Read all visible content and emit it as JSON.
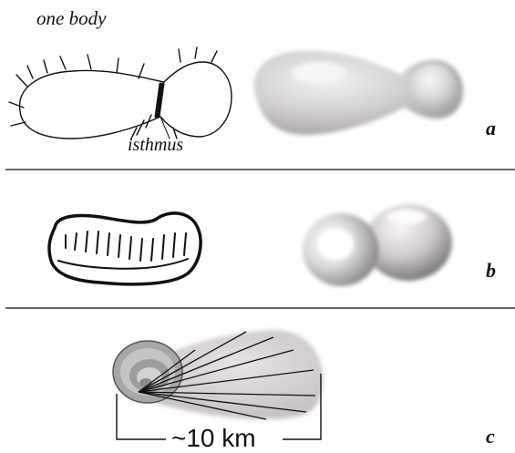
{
  "panels": [
    {
      "id": "a",
      "label": "a",
      "sketch_caption": "one body",
      "sketch_annotation": "isthmus"
    },
    {
      "id": "b",
      "label": "b"
    },
    {
      "id": "c",
      "label": "c",
      "scale_text": "~10 km"
    }
  ],
  "colors": {
    "ink": "#111111",
    "divider": "#333333",
    "body_light": "#e6e4e4",
    "body_mid": "#c9c6c6",
    "body_shadow": "#9b9898",
    "body_c_fill": "#d7d1d2",
    "body_c_small": "#a9a6a6"
  }
}
